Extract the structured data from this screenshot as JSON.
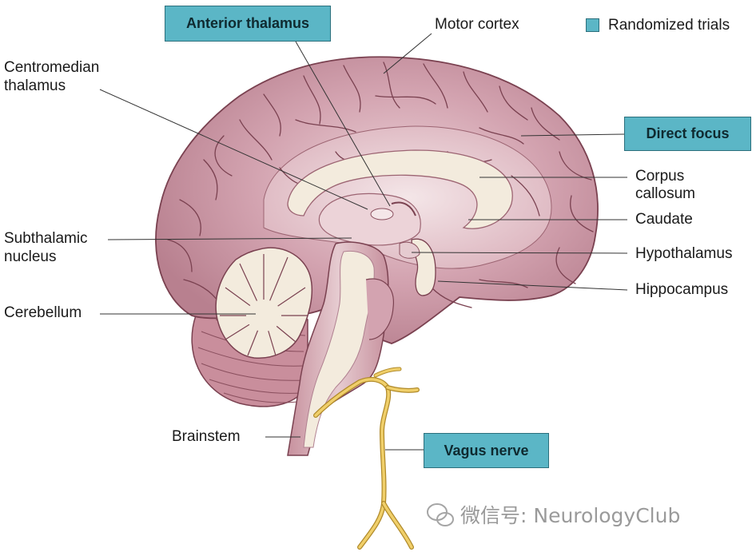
{
  "legend": {
    "label": "Randomized trials",
    "swatch_color": "#5bb6c6"
  },
  "boxed_labels": {
    "anterior_thalamus": "Anterior thalamus",
    "direct_focus": "Direct focus",
    "vagus_nerve": "Vagus nerve"
  },
  "labels": {
    "motor_cortex": "Motor cortex",
    "centromedian_line1": "Centromedian",
    "centromedian_line2": "thalamus",
    "subthalamic_line1": "Subthalamic",
    "subthalamic_line2": "nucleus",
    "cerebellum": "Cerebellum",
    "brainstem": "Brainstem",
    "corpus_callosum_line1": "Corpus",
    "corpus_callosum_line2": "callosum",
    "caudate": "Caudate",
    "hypothalamus": "Hypothalamus",
    "hippocampus": "Hippocampus"
  },
  "watermark": "微信号: NeurologyClub",
  "colors": {
    "cortex": "#c58c9b",
    "cortex_dark": "#7a4150",
    "white_matter": "#f3ebdd",
    "nerve": "#e8c25a",
    "box": "#5bb6c6"
  }
}
